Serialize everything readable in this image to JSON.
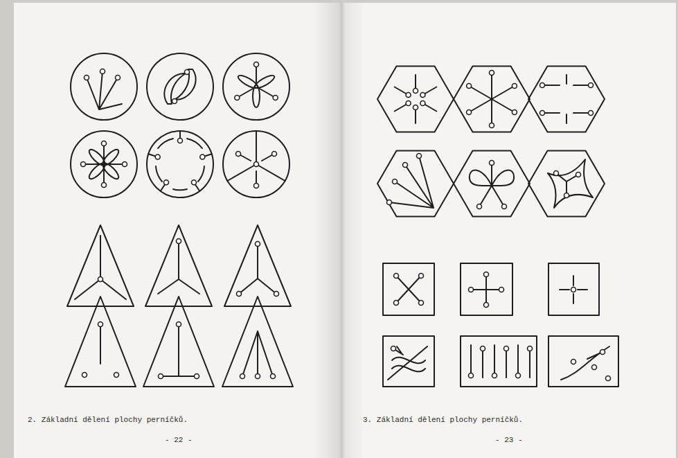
{
  "diagram": {
    "labels": [
      "2. Základní dělení plochy perníčků.",
      "- 22 -",
      "3. Základní dělení plochy perníčků.",
      "- 23 -"
    ]
  }
}
